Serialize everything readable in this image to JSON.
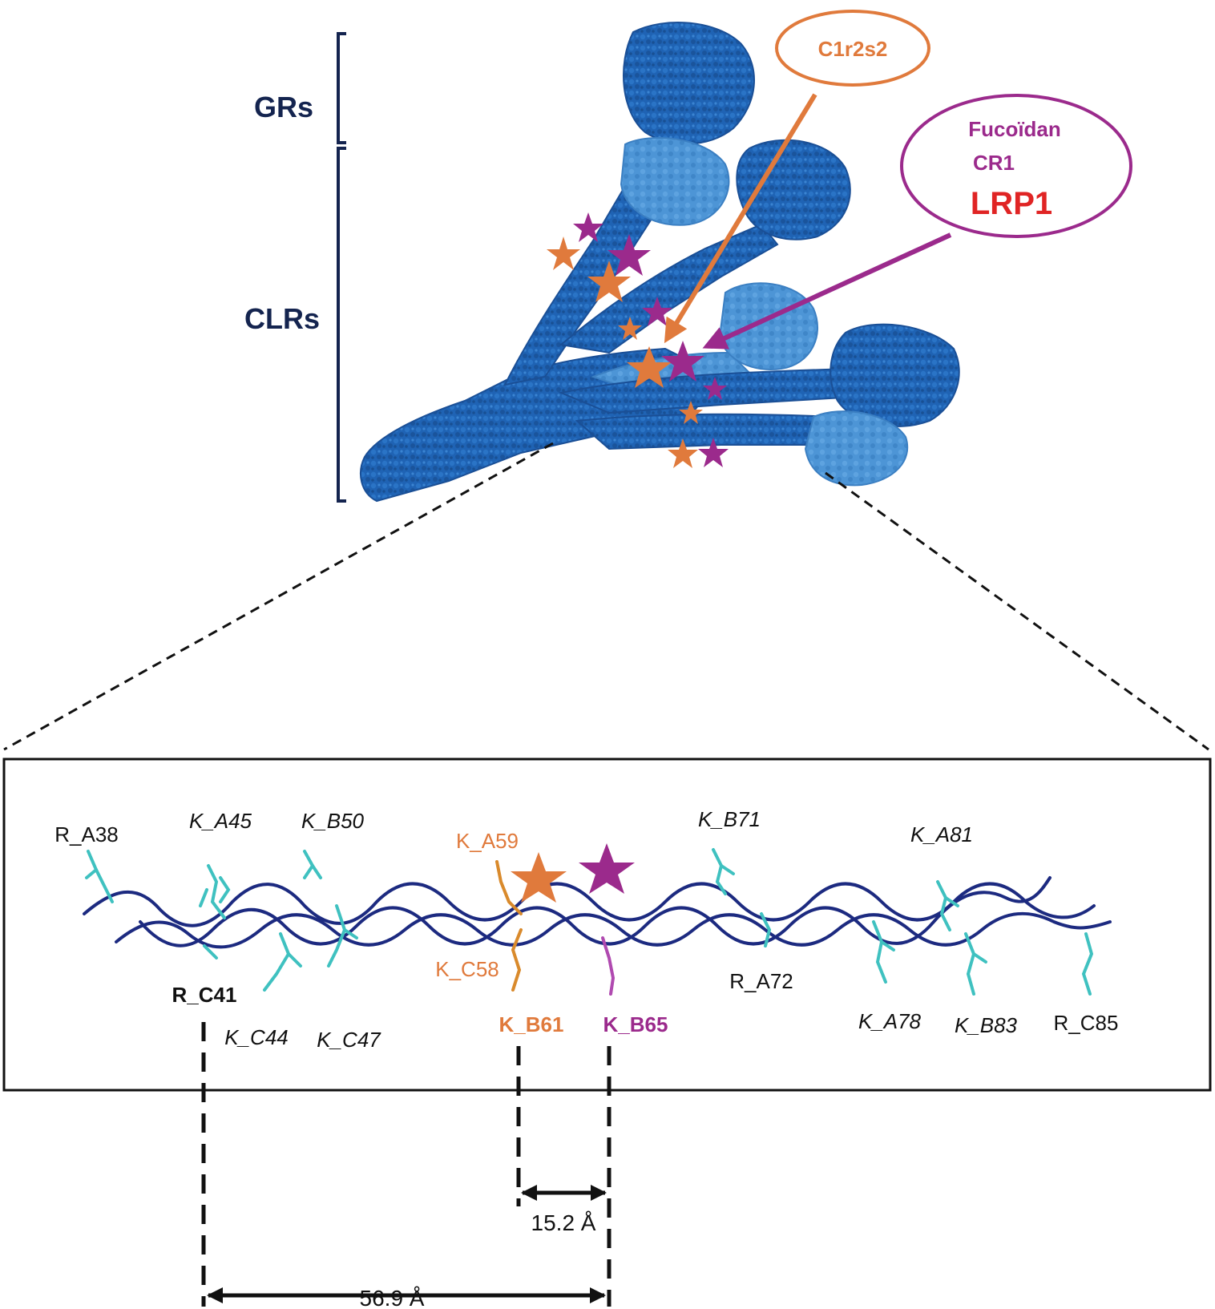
{
  "regions": {
    "grs": "GRs",
    "clrs": "CLRs"
  },
  "callouts": {
    "c1r2s2": "C1r2s2",
    "fucoidan": "Fucoïdan",
    "cr1": "CR1",
    "lrp1": "LRP1"
  },
  "residues": {
    "r_a38": "R_A38",
    "k_a45": "K_A45",
    "k_b50": "K_B50",
    "k_a59": "K_A59",
    "k_b71": "K_B71",
    "k_a81": "K_A81",
    "r_c41": "R_C41",
    "k_c44": "K_C44",
    "k_c47": "K_C47",
    "k_c58": "K_C58",
    "k_b61": "K_B61",
    "k_b65": "K_B65",
    "r_a72": "R_A72",
    "k_a78": "K_A78",
    "k_b83": "K_B83",
    "r_c85": "R_C85"
  },
  "distances": {
    "short": "15.2 Å",
    "long": "56.9 Å"
  },
  "colors": {
    "navy": "#14244f",
    "protein_dark": "#1d5fb0",
    "protein_light": "#4a90d0",
    "orange": "#e07a3c",
    "purple": "#9b2a8c",
    "red": "#e02424",
    "helix": "#1c2a80",
    "sidechain": "#3fc1c0"
  }
}
